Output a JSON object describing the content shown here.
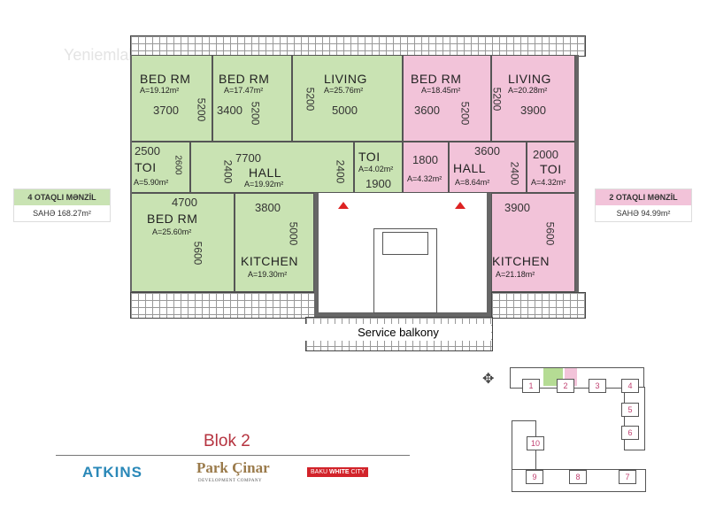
{
  "watermark": "Yeniemlak",
  "apartments": {
    "four_room": {
      "title": "4 OTAQLI MƏNZİL",
      "area": "SAHƏ 168.27m²",
      "color": "#c9e3b3"
    },
    "two_room": {
      "title": "2 OTAQLI MƏNZİL",
      "area": "SAHƏ 94.99m²",
      "color": "#f2c3d9"
    }
  },
  "rooms": {
    "g_bed1": {
      "name": "BED RM",
      "area": "A=19.12m²",
      "w": "3700",
      "h": "5200"
    },
    "g_bed2": {
      "name": "BED RM",
      "area": "A=17.47m²",
      "w": "3400",
      "h": "5200"
    },
    "g_living": {
      "name": "LIVING",
      "area": "A=25.76m²",
      "w": "5000",
      "h": "5200"
    },
    "g_toi1": {
      "name": "TOI",
      "area": "A=5.90m²",
      "w": "2500",
      "h": "2600"
    },
    "g_hall": {
      "name": "HALL",
      "area": "A=19.92m²",
      "w": "7700",
      "h1": "2400",
      "h2": "2400"
    },
    "g_toi2": {
      "name": "TOI",
      "area": "A=4.02m²",
      "w": "1900"
    },
    "g_bed3": {
      "name": "BED RM",
      "area": "A=25.60m²",
      "w": "4700",
      "h": "5600"
    },
    "g_kitchen": {
      "name": "KITCHEN",
      "area": "A=19.30m²",
      "w": "3800",
      "h": "5000"
    },
    "p_bed": {
      "name": "BED RM",
      "area": "A=18.45m²",
      "w": "3600",
      "h": "5200"
    },
    "p_living": {
      "name": "LIVING",
      "area": "A=20.28m²",
      "w": "3900",
      "h": "5200"
    },
    "p_toi1": {
      "area": "A=4.32m²",
      "w": "1800"
    },
    "p_hall": {
      "name": "HALL",
      "area": "A=8.64m²",
      "w": "3600",
      "h": "2400"
    },
    "p_toi2": {
      "name": "TOI",
      "area": "A=4.32m²",
      "w": "2000"
    },
    "p_kitchen": {
      "name": "KITCHEN",
      "area": "A=21.18m²",
      "w": "3900",
      "h": "5600"
    }
  },
  "service_balcony": "Service balkony",
  "block_title": "Blok 2",
  "logos": {
    "atkins": "ATKINS",
    "parkcinar": "Park Çinar",
    "parkcinar_sub": "DEVELOPMENT COMPANY",
    "bwc1": "BAKU",
    "bwc2": "WHITE",
    "bwc3": "CITY"
  },
  "keyplan": {
    "blocks": [
      "1",
      "2",
      "3",
      "4",
      "5",
      "6",
      "7",
      "8",
      "9",
      "10"
    ]
  },
  "colors": {
    "title_red": "#b5333f",
    "atkins": "#2a88b8",
    "parkcinar": "#9a7a4a",
    "bwc": "#d2232a"
  }
}
